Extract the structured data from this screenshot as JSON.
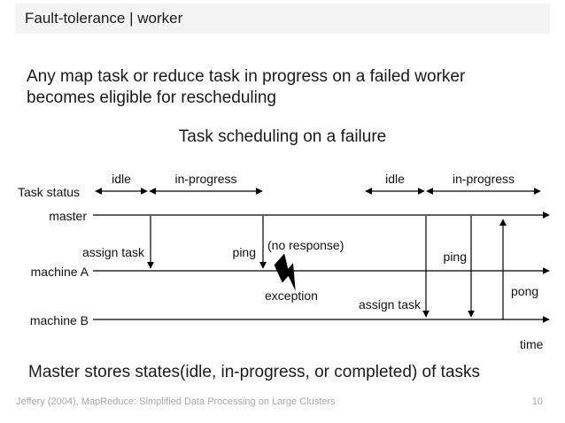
{
  "header": {
    "title": "Fault-tolerance | worker"
  },
  "body_text": "Any map task or reduce task in progress on a failed worker becomes eligible for rescheduling",
  "diagram": {
    "title": "Task scheduling on a failure",
    "axis_label": "Task status",
    "time_label": "time",
    "status_segments": [
      {
        "label": "idle",
        "position": "left"
      },
      {
        "label": "in-progress",
        "position": "left"
      },
      {
        "label": "idle",
        "position": "right"
      },
      {
        "label": "in-progress",
        "position": "right"
      }
    ],
    "lanes": [
      {
        "label": "master"
      },
      {
        "label": "machine A"
      },
      {
        "label": "machine B"
      }
    ],
    "messages": [
      {
        "label": "assign task",
        "from": "master",
        "to": "machine A",
        "direction": "down"
      },
      {
        "label": "ping",
        "from": "master",
        "to": "machine A",
        "direction": "down"
      },
      {
        "label": "assign task",
        "from": "master",
        "to": "machine B",
        "direction": "down"
      },
      {
        "label": "ping",
        "from": "master",
        "to": "machine B",
        "direction": "down"
      },
      {
        "label": "pong",
        "from": "machine B",
        "to": "master",
        "direction": "up"
      }
    ],
    "annotations": [
      {
        "label": "(no response)"
      },
      {
        "label": "exception"
      }
    ],
    "failure_icon": "lightning-bolt-icon"
  },
  "statement": "Master stores states(idle, in-progress, or completed) of tasks",
  "footer": {
    "citation": "Jeffery (2004), MapReduce: Simplified Data Processing on Large Clusters",
    "page_number": "10"
  },
  "colors": {
    "titlebar_bg": "#f4f4f4",
    "text": "#1a1a1a",
    "muted_text": "#a6a6a6",
    "line": "#000000"
  }
}
